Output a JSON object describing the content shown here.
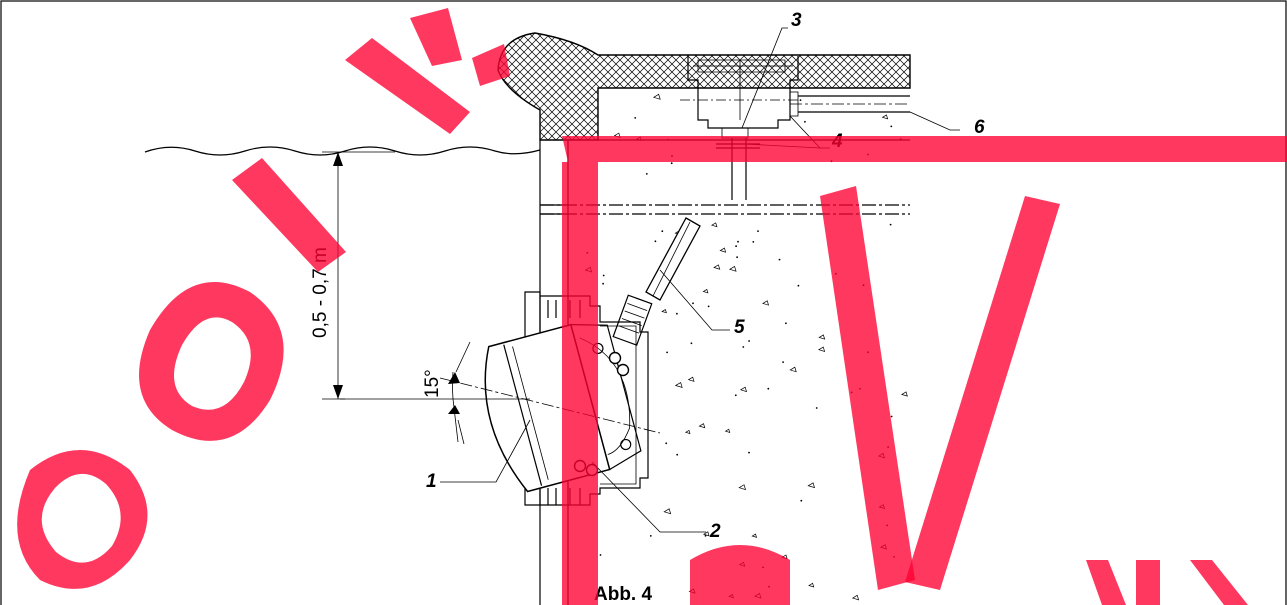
{
  "callouts": {
    "c1": "1",
    "c2": "2",
    "c3": "3",
    "c4": "4",
    "c5": "5",
    "c6": "6"
  },
  "dimension_depth": "0,5 - 0,7 m",
  "dimension_angle": "15°",
  "caption": "Abb. 4",
  "colors": {
    "drawing": "#000000",
    "watermark": "#ff0033",
    "background": "#ffffff"
  }
}
